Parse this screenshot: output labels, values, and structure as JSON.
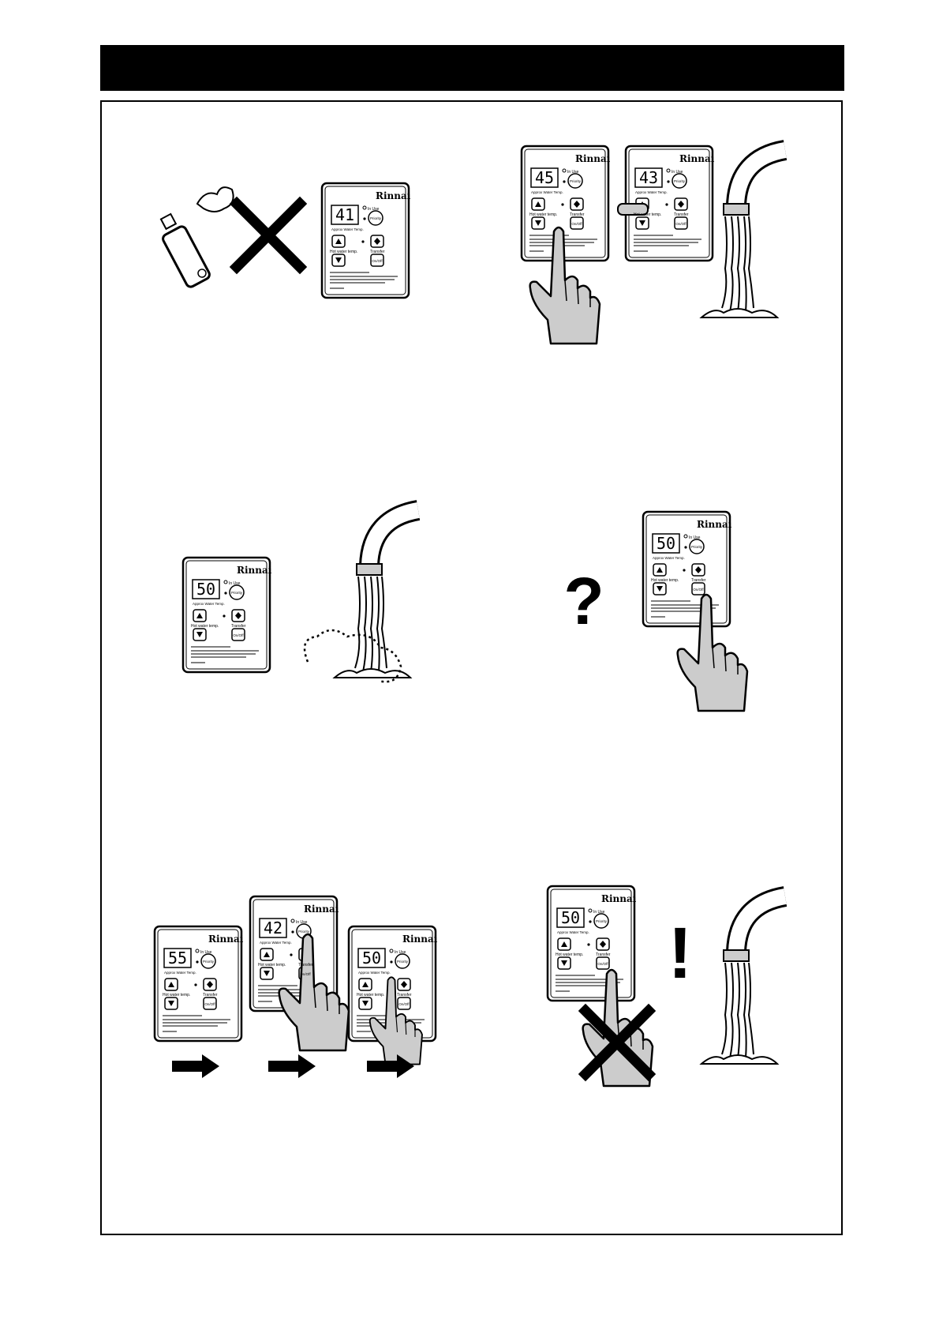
{
  "page": {
    "title_bar_text": "",
    "colors": {
      "ink": "#000000",
      "hand_fill": "#cccccc",
      "paper": "#ffffff"
    }
  },
  "remote": {
    "brand": "Rinnai",
    "in_use_label": "In Use",
    "approx_label": "Approx Water Temp.",
    "priority_label": "Priority",
    "hot_water_label": "Hot water temp.",
    "transfer_label": "Transfer",
    "onoff_label": "On/Off"
  },
  "panels": [
    {
      "id": "panel-1",
      "icons": [
        "spray-can-icon",
        "prohibited-cross-icon"
      ],
      "displays": [
        "41"
      ]
    },
    {
      "id": "panel-2",
      "icons": [
        "pointing-hand-icon",
        "faucet-icon"
      ],
      "displays": [
        "45",
        "43"
      ]
    },
    {
      "id": "panel-3",
      "icons": [
        "faucet-icon",
        "steam-icon"
      ],
      "displays": [
        "50"
      ]
    },
    {
      "id": "panel-4",
      "icons": [
        "question-mark-icon",
        "pointing-hand-icon"
      ],
      "displays": [
        "50"
      ],
      "symbol": "?"
    },
    {
      "id": "panel-5",
      "icons": [
        "arrow-right-icon",
        "pointing-hand-icon"
      ],
      "displays": [
        "55",
        "42",
        "50"
      ]
    },
    {
      "id": "panel-6",
      "icons": [
        "exclamation-icon",
        "prohibited-cross-icon",
        "faucet-icon"
      ],
      "displays": [
        "50"
      ],
      "symbol": "!"
    }
  ]
}
